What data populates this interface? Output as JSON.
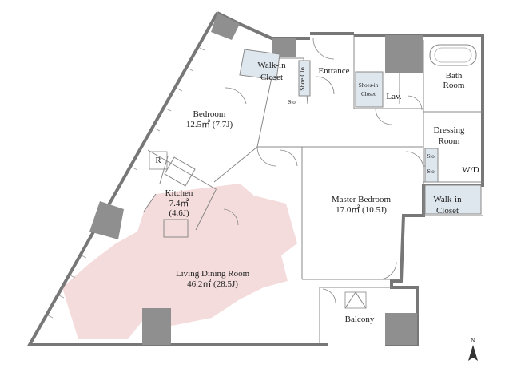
{
  "rooms": {
    "bedroom": {
      "name": "Bedroom",
      "area": "12.5㎡ (7.7J)"
    },
    "walkin_closet_1": {
      "name_line1": "Walk-in",
      "name_line2": "Closet"
    },
    "shoe_closet": {
      "name": "Shoe Clo."
    },
    "entrance": {
      "name": "Entrance"
    },
    "shoes_in_closet": {
      "name_line1": "Shoes-in",
      "name_line2": "Closet"
    },
    "lav": {
      "name": "Lav."
    },
    "bath_room": {
      "name_line1": "Bath",
      "name_line2": "Room"
    },
    "dressing_room": {
      "name_line1": "Dressing",
      "name_line2": "Room"
    },
    "sto_1": {
      "name": "Sto."
    },
    "sto_2": {
      "name": "Sto."
    },
    "sto_3": {
      "name": "Sto."
    },
    "wd": {
      "name": "W/D"
    },
    "walkin_closet_2": {
      "name_line1": "Walk-in",
      "name_line2": "Closet"
    },
    "kitchen": {
      "name": "Kitchen",
      "area_line1": "7.4㎡",
      "area_line2": "(4.6J)"
    },
    "refrigerator": {
      "name": "R"
    },
    "master_bedroom": {
      "name": "Master Bedroom",
      "area": "17.0㎡ (10.5J)"
    },
    "living_dining": {
      "name": "Living Dining Room",
      "area": "46.2㎡ (28.5J)"
    },
    "balcony": {
      "name": "Balcony"
    }
  },
  "compass": {
    "label": "N"
  },
  "colors": {
    "wall": "#777777",
    "column": "#8f8f8f",
    "storage": "#dfe7ee",
    "sun_highlight": "#f3d6d6"
  }
}
